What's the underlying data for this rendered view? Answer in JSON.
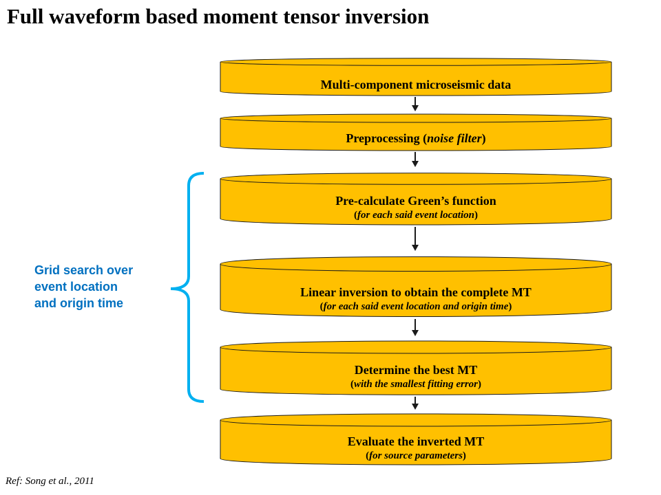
{
  "title": "Full waveform based moment tensor inversion",
  "steps": [
    {
      "main": "Multi-component microseismic data"
    },
    {
      "main_pre": "Preprocessing (",
      "main_em": "noise filter",
      "main_post": ")"
    },
    {
      "main": "Pre-calculate Green’s function",
      "sub_pre": "(",
      "sub_em": "for each said event location",
      "sub_post": ")"
    },
    {
      "main": "Linear inversion to obtain the complete MT",
      "sub_pre": "(",
      "sub_em": "for each said event location and origin time",
      "sub_post": ")"
    },
    {
      "main": "Determine the best MT",
      "sub_pre": "(",
      "sub_em": "with the smallest fitting error",
      "sub_post": ")"
    },
    {
      "main": "Evaluate the inverted MT",
      "sub_pre": "(",
      "sub_em": "for source parameters",
      "sub_post": ")"
    }
  ],
  "brace_note": [
    "Grid search over",
    "event location",
    "and origin time"
  ],
  "reference": "Ref: Song et al., 2011",
  "colors": {
    "disk_fill": "#ffc000",
    "disk_stroke": "#1a1a1a",
    "brace": "#00b0f0",
    "note_text": "#0070c0"
  }
}
